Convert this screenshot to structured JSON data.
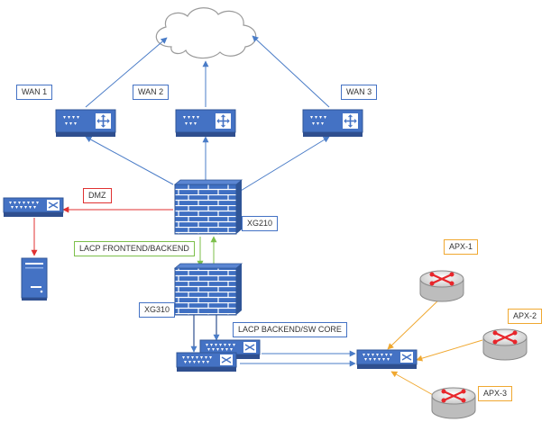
{
  "labels": {
    "wan1": "WAN 1",
    "wan2": "WAN 2",
    "wan3": "WAN 3",
    "dmz": "DMZ",
    "xg210": "XG210",
    "xg310": "XG310",
    "lacp_frontend": "LACP FRONTEND/BACKEND",
    "lacp_backend": "LACP BACKEND/SW CORE",
    "apx1": "APX-1",
    "apx2": "APX-2",
    "apx3": "APX-3"
  },
  "icons": [
    "cloud-icon",
    "router-icon",
    "switch-icon",
    "firewall-icon",
    "server-icon",
    "access-point-icon"
  ],
  "colors": {
    "device_blue": "#4472c4",
    "device_dark": "#2f4f8f",
    "link_blue": "#4a7cc7",
    "dmz_red": "#e03131",
    "lacp_green": "#7cbf4a",
    "apx_orange": "#f0a830",
    "ap_red": "#e8262b"
  }
}
